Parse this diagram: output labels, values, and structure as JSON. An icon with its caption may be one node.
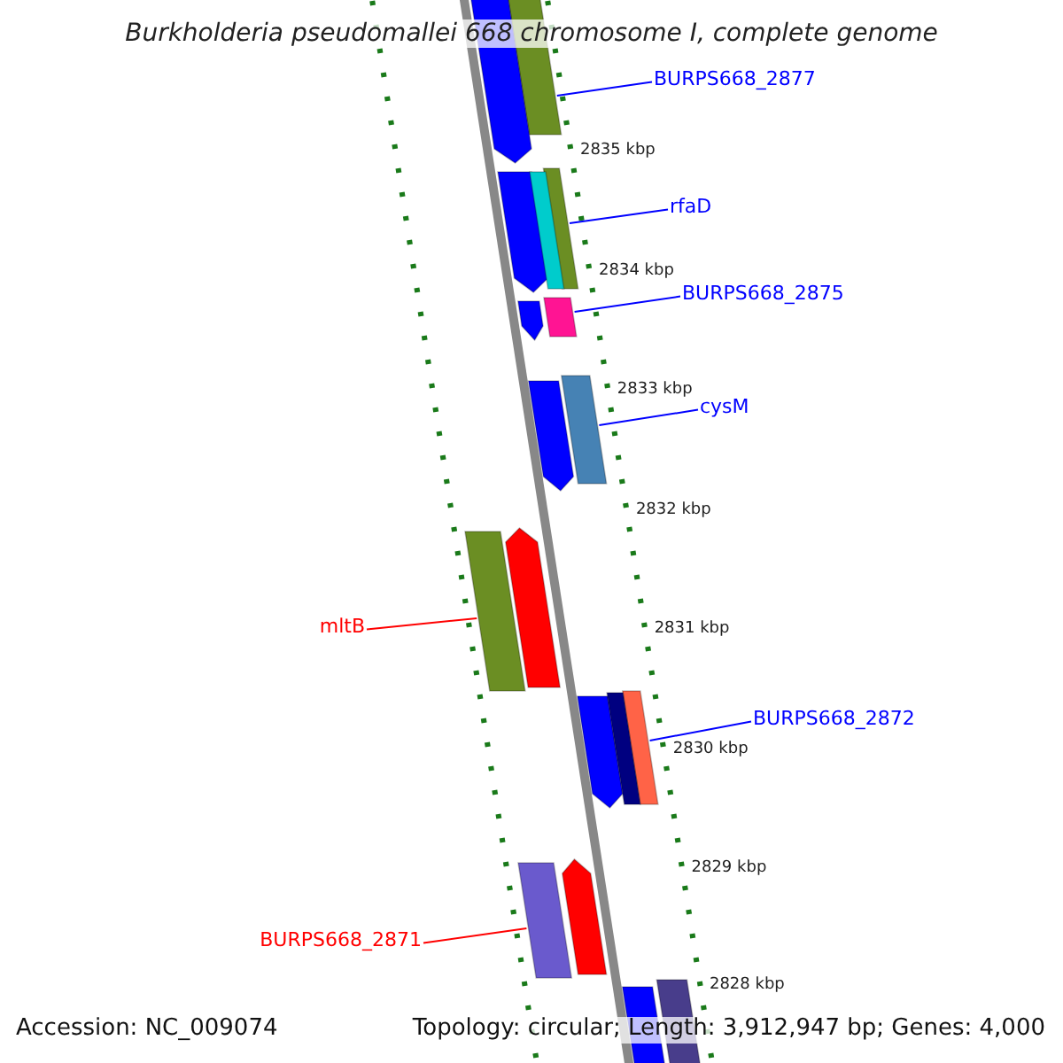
{
  "diagram": {
    "title": "Burkholderia pseudomallei 668 chromosome I, complete genome",
    "nodes": [
      {
        "text": [
          "BURPS668_2877"
        ]
      },
      {
        "text": [],
        "shape": "bar"
      },
      {
        "text": [
          "rfaD"
        ]
      },
      {
        "text": [],
        "shape": "bar"
      },
      {
        "text": [
          "BURPS668_2875"
        ]
      },
      {
        "text": [],
        "shape": "bar"
      },
      {
        "text": [
          "cysM"
        ]
      },
      {
        "text": [],
        "shape": "bar"
      },
      {
        "text": [
          "mltB"
        ]
      },
      {
        "text": [],
        "shape": "bar"
      },
      {
        "text": [
          "BURPS668_2872"
        ]
      },
      {
        "text": [],
        "shape": "bar"
      },
      {
        "text": [
          "BURPS668_2871"
        ]
      },
      {
        "text": [],
        "shape": "bar"
      },
      {
        "text": [],
        "shape": "bar"
      },
      {
        "text": [],
        "shape": "bar"
      },
      {
        "text": [],
        "shape": "bar"
      },
      {
        "text": [],
        "shape": "bar"
      },
      {
        "text": [],
        "shape": "bar"
      },
      {
        "text": [],
        "shape": "bar"
      },
      {
        "text": [],
        "shape": "bar"
      },
      {
        "text": [],
        "shape": "bar"
      },
      {
        "text": [],
        "shape": "bar"
      },
      {
        "text": [],
        "shape": "bar"
      },
      {
        "text": [],
        "shape": "bar"
      }
    ],
    "edges": [
      {
        "from": 0,
        "to": 1,
        "arrow": "none"
      },
      {
        "from": 2,
        "to": 3,
        "arrow": "none"
      },
      {
        "from": 4,
        "to": 5,
        "arrow": "none"
      },
      {
        "from": 6,
        "to": 7,
        "arrow": "none"
      },
      {
        "from": 8,
        "to": 9,
        "arrow": "none",
        "color": "#ff0000"
      },
      {
        "from": 10,
        "to": 11,
        "arrow": "none"
      },
      {
        "from": 12,
        "to": 13,
        "arrow": "none",
        "color": "#ff0000"
      }
    ],
    "labels": [
      "2835 kbp",
      "2834 kbp",
      "2833 kbp",
      "2832 kbp",
      "2831 kbp",
      "2830 kbp",
      "2829 kbp",
      "2828 kbp",
      "Accession: NC_009074",
      "Topology: circular; Length: 3,912,947 bp; Genes: 4,000"
    ]
  }
}
